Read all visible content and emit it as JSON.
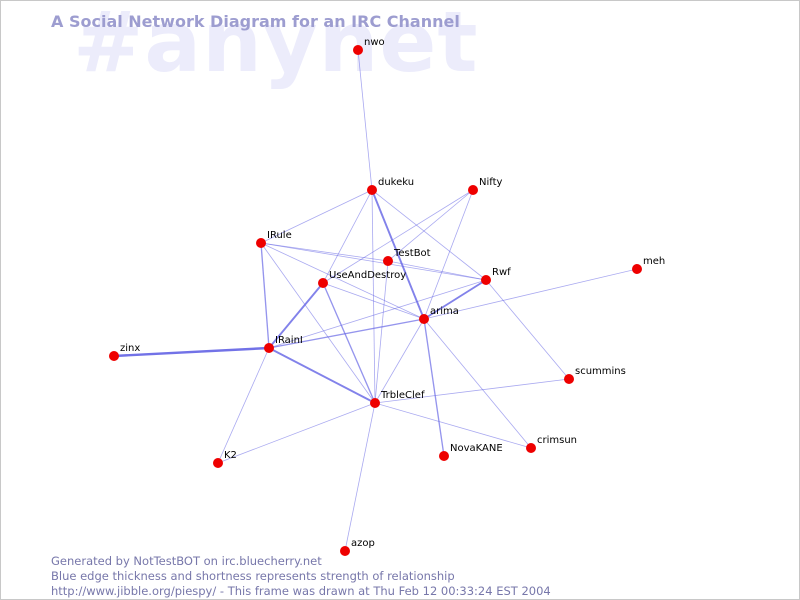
{
  "watermark": "#anynet",
  "title": "A Social Network Diagram for an IRC Channel",
  "colors": {
    "node": "#ee0000",
    "edge": "#6a6ae6",
    "label": "#000000",
    "title": "#9d9dd0",
    "watermark": "#ececfb",
    "footer": "#7777aa"
  },
  "nodes": [
    {
      "id": "nwo",
      "label": "nwo"
    },
    {
      "id": "dukeku",
      "label": "dukeku"
    },
    {
      "id": "Nifty",
      "label": "Nifty"
    },
    {
      "id": "IRule",
      "label": "IRule"
    },
    {
      "id": "TestBot",
      "label": "TestBot"
    },
    {
      "id": "UseAndDestroy",
      "label": "UseAndDestroy"
    },
    {
      "id": "Rwf",
      "label": "Rwf"
    },
    {
      "id": "meh",
      "label": "meh"
    },
    {
      "id": "arima",
      "label": "arima"
    },
    {
      "id": "zinx",
      "label": "zinx"
    },
    {
      "id": "IRainI",
      "label": "IRainI"
    },
    {
      "id": "scummins",
      "label": "scummins"
    },
    {
      "id": "TrbleClef",
      "label": "TrbleClef"
    },
    {
      "id": "crimsun",
      "label": "crimsun"
    },
    {
      "id": "NovaKANE",
      "label": "NovaKANE"
    },
    {
      "id": "K2",
      "label": "K2"
    },
    {
      "id": "azop",
      "label": "azop"
    }
  ],
  "edges": [
    {
      "source": "nwo",
      "target": "dukeku",
      "strength": 1
    },
    {
      "source": "dukeku",
      "target": "IRule",
      "strength": 1
    },
    {
      "source": "dukeku",
      "target": "UseAndDestroy",
      "strength": 1
    },
    {
      "source": "dukeku",
      "target": "arima",
      "strength": 3
    },
    {
      "source": "dukeku",
      "target": "Rwf",
      "strength": 1
    },
    {
      "source": "dukeku",
      "target": "TrbleClef",
      "strength": 1
    },
    {
      "source": "Nifty",
      "target": "UseAndDestroy",
      "strength": 1
    },
    {
      "source": "Nifty",
      "target": "TestBot",
      "strength": 1
    },
    {
      "source": "Nifty",
      "target": "arima",
      "strength": 1
    },
    {
      "source": "IRule",
      "target": "TestBot",
      "strength": 1
    },
    {
      "source": "IRule",
      "target": "Rwf",
      "strength": 1
    },
    {
      "source": "IRule",
      "target": "IRainI",
      "strength": 2
    },
    {
      "source": "IRule",
      "target": "arima",
      "strength": 1
    },
    {
      "source": "IRule",
      "target": "TrbleClef",
      "strength": 1
    },
    {
      "source": "TestBot",
      "target": "Rwf",
      "strength": 1
    },
    {
      "source": "TestBot",
      "target": "TrbleClef",
      "strength": 1
    },
    {
      "source": "UseAndDestroy",
      "target": "IRainI",
      "strength": 3
    },
    {
      "source": "UseAndDestroy",
      "target": "TrbleClef",
      "strength": 2
    },
    {
      "source": "UseAndDestroy",
      "target": "arima",
      "strength": 1
    },
    {
      "source": "Rwf",
      "target": "arima",
      "strength": 3
    },
    {
      "source": "Rwf",
      "target": "scummins",
      "strength": 1
    },
    {
      "source": "Rwf",
      "target": "IRainI",
      "strength": 1
    },
    {
      "source": "meh",
      "target": "arima",
      "strength": 1
    },
    {
      "source": "arima",
      "target": "IRainI",
      "strength": 2
    },
    {
      "source": "arima",
      "target": "TrbleClef",
      "strength": 1
    },
    {
      "source": "arima",
      "target": "NovaKANE",
      "strength": 2
    },
    {
      "source": "arima",
      "target": "crimsun",
      "strength": 1
    },
    {
      "source": "zinx",
      "target": "IRainI",
      "strength": 4
    },
    {
      "source": "IRainI",
      "target": "TrbleClef",
      "strength": 3
    },
    {
      "source": "IRainI",
      "target": "K2",
      "strength": 1
    },
    {
      "source": "TrbleClef",
      "target": "scummins",
      "strength": 1
    },
    {
      "source": "TrbleClef",
      "target": "crimsun",
      "strength": 1
    },
    {
      "source": "TrbleClef",
      "target": "K2",
      "strength": 1
    },
    {
      "source": "TrbleClef",
      "target": "azop",
      "strength": 1
    }
  ],
  "footer": {
    "line1": "Generated by NotTestBOT on irc.bluecherry.net",
    "line2": "Blue edge thickness and shortness represents strength of relationship",
    "line3": "http://www.jibble.org/piespy/ - This frame was drawn at Thu Feb 12 00:33:24 EST 2004"
  }
}
